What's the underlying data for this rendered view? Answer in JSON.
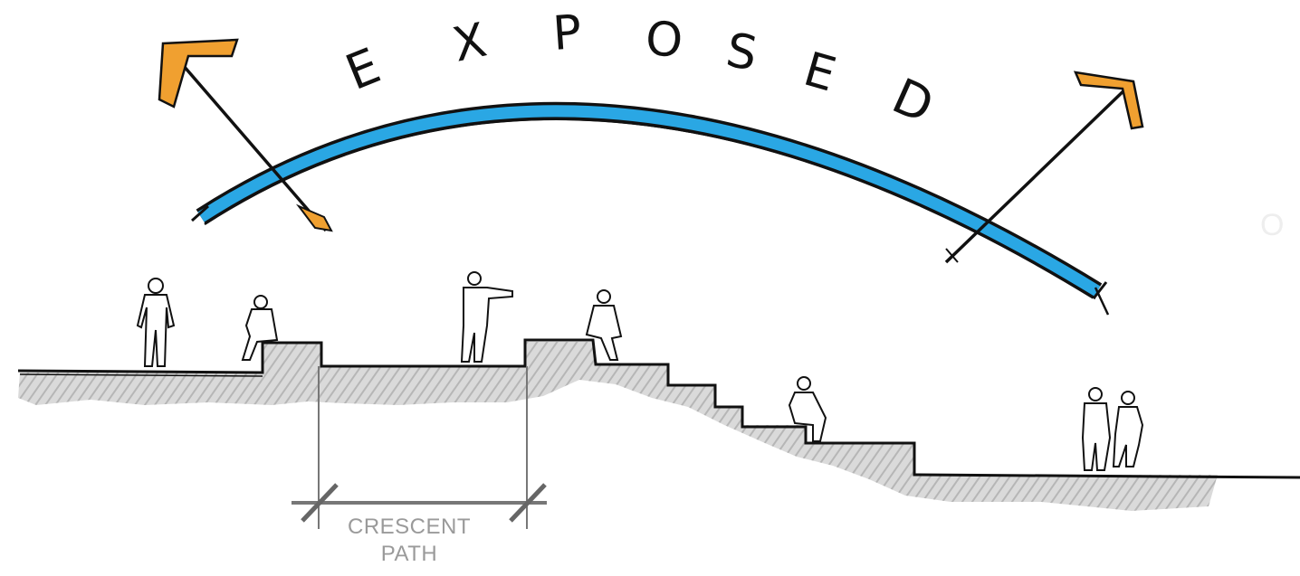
{
  "title_word": "EXPOSED",
  "dimension_label": {
    "line1": "CRESCENT",
    "line2": "PATH"
  },
  "cut_off_text": "O",
  "colors": {
    "arc_fill": "#2aa7e4",
    "arrow_head": "#f0a030",
    "ground_hatch": "#c8c8c8",
    "ink": "#111111",
    "dimension": "#777777",
    "label_gray": "#9a9a9a"
  }
}
